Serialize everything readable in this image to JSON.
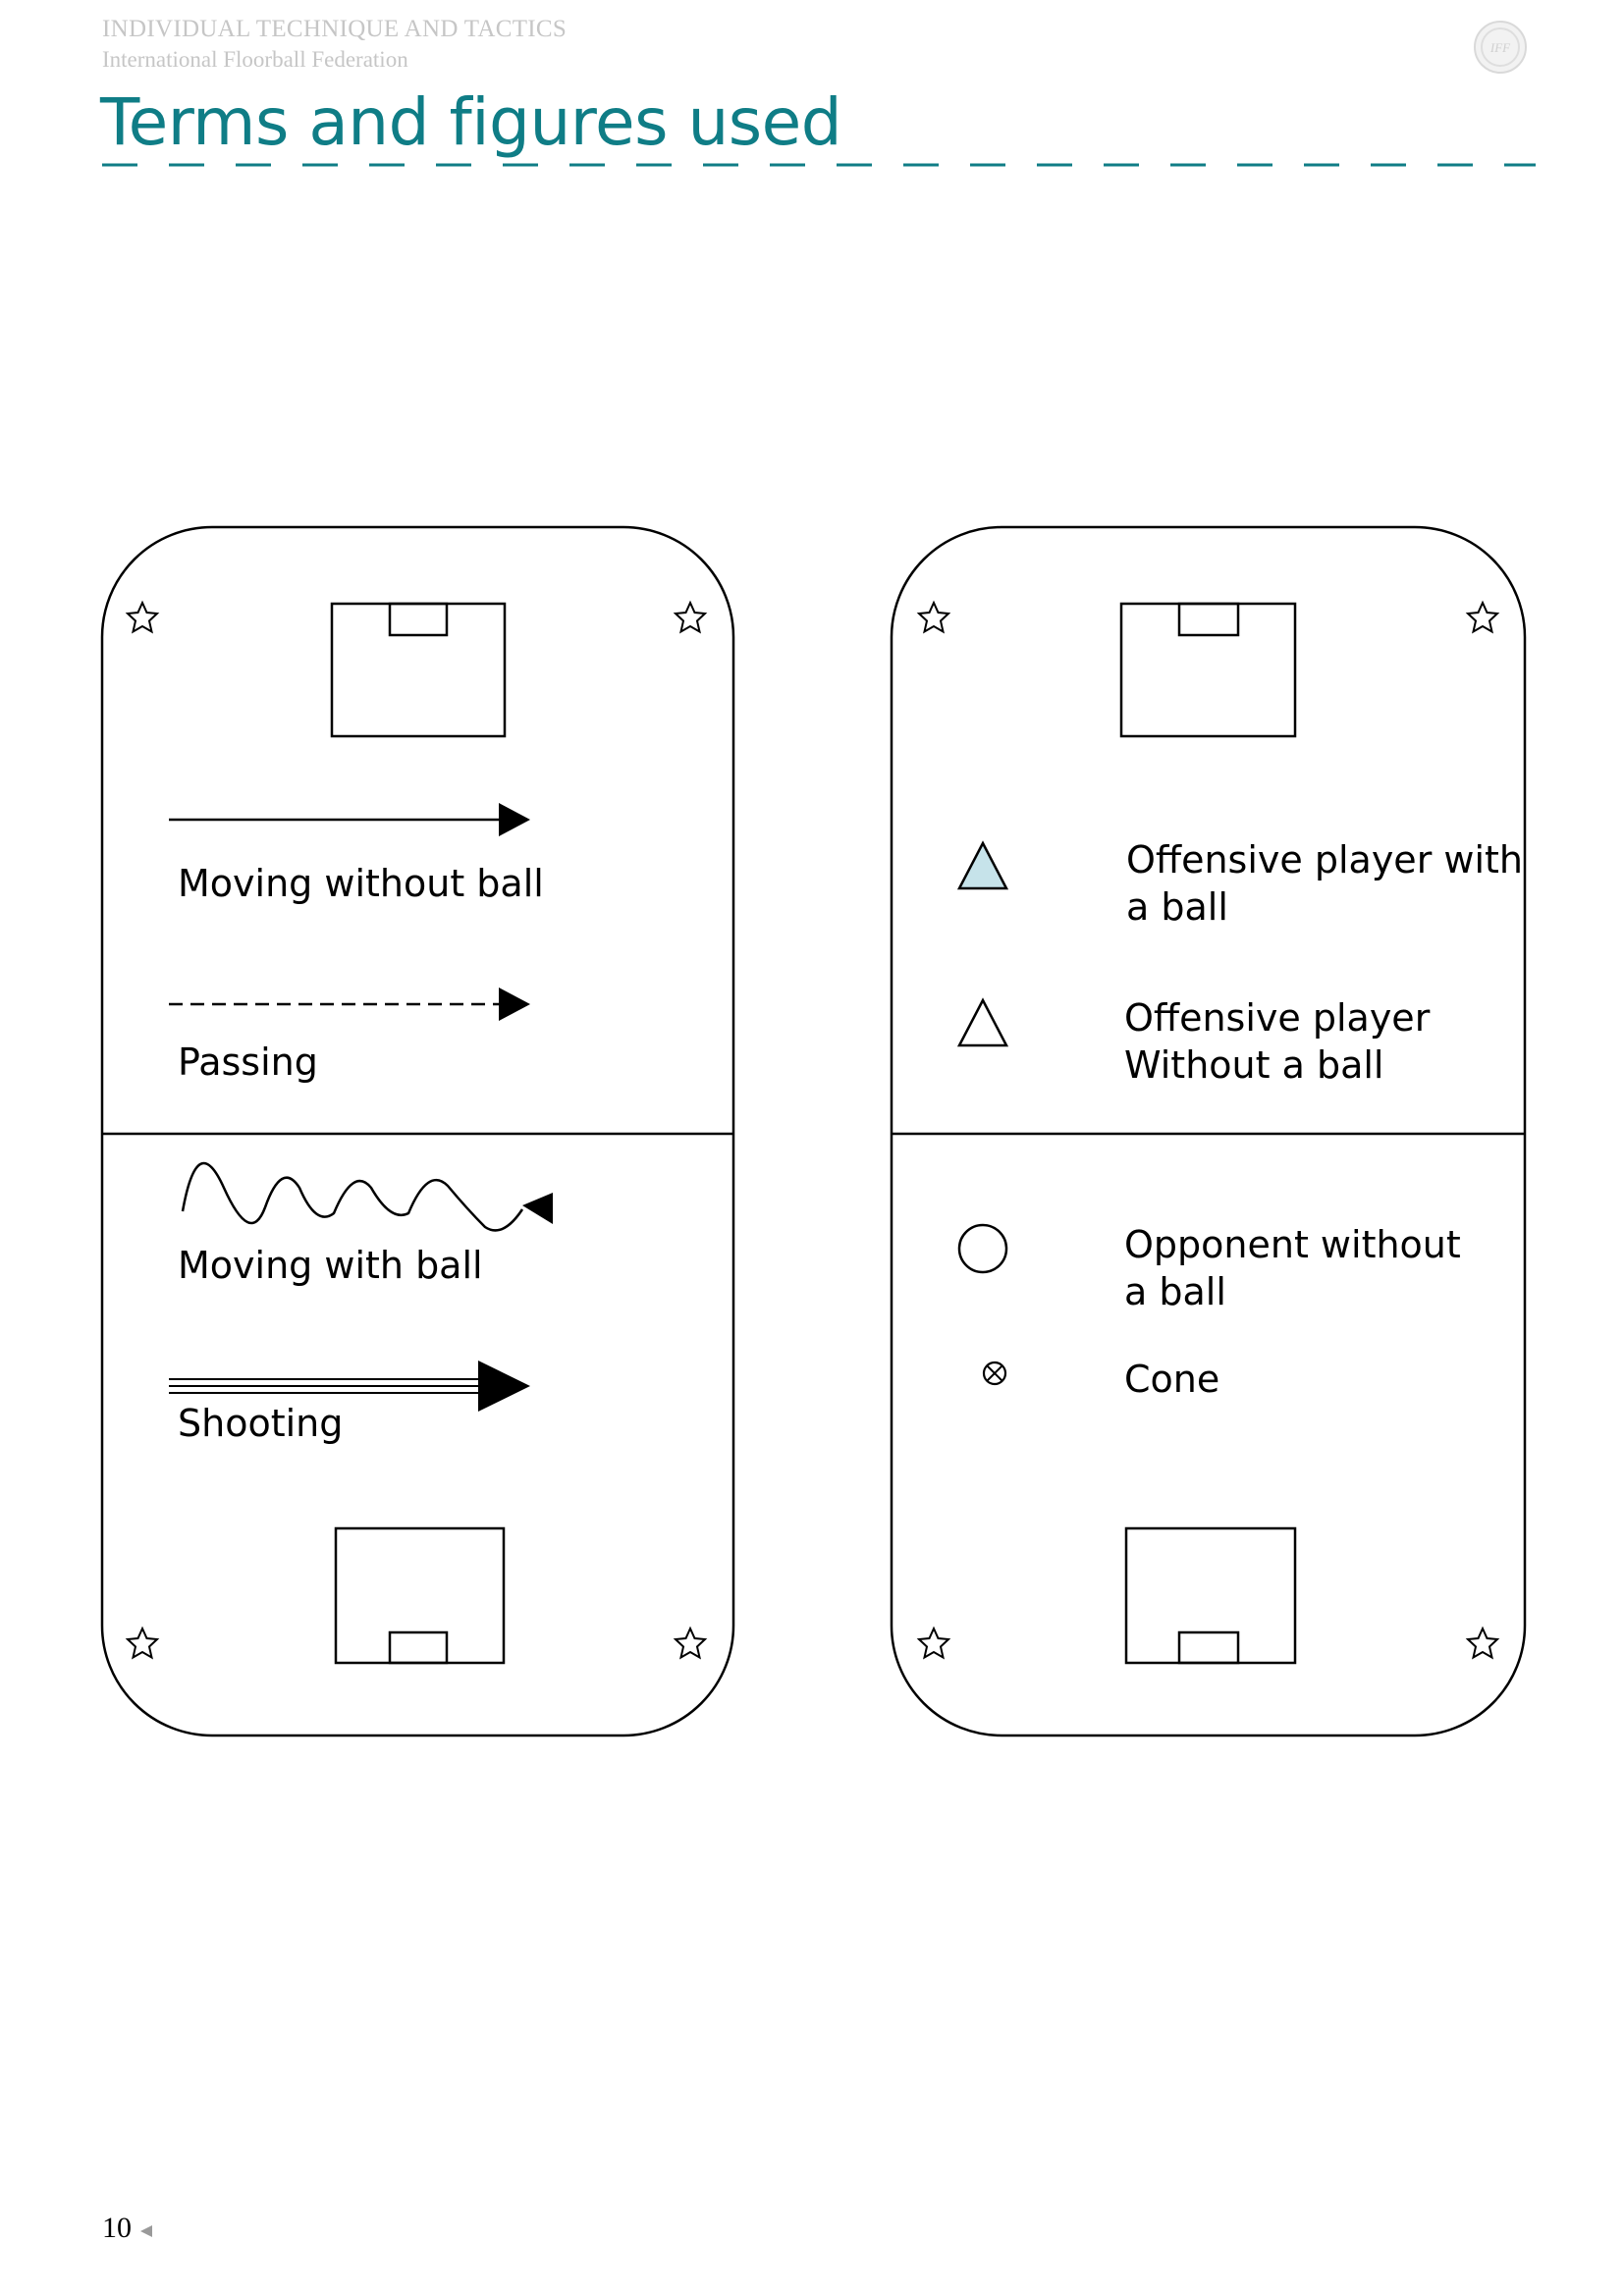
{
  "header": {
    "series_title": "INDIVIDUAL TECHNIQUE AND TACTICS",
    "organization": "International Floorball Federation"
  },
  "page": {
    "title": "Terms and figures used",
    "number": "10"
  },
  "legend": {
    "left_panel": {
      "moving_without_ball": "Moving without ball",
      "passing": "Passing",
      "moving_with_ball": "Moving with ball",
      "shooting": "Shooting"
    },
    "right_panel": {
      "offensive_with_ball_line1": "Offensive player with",
      "offensive_with_ball_line2": "a ball",
      "offensive_without_ball_line1": "Offensive player",
      "offensive_without_ball_line2": "Without a ball",
      "opponent_line1": "Opponent without",
      "opponent_line2": "a ball",
      "cone": "Cone"
    }
  },
  "colors": {
    "title": "#0f7d86",
    "header_text": "#c6c6c6",
    "offensive_with_ball_fill": "#c6e3ea"
  }
}
